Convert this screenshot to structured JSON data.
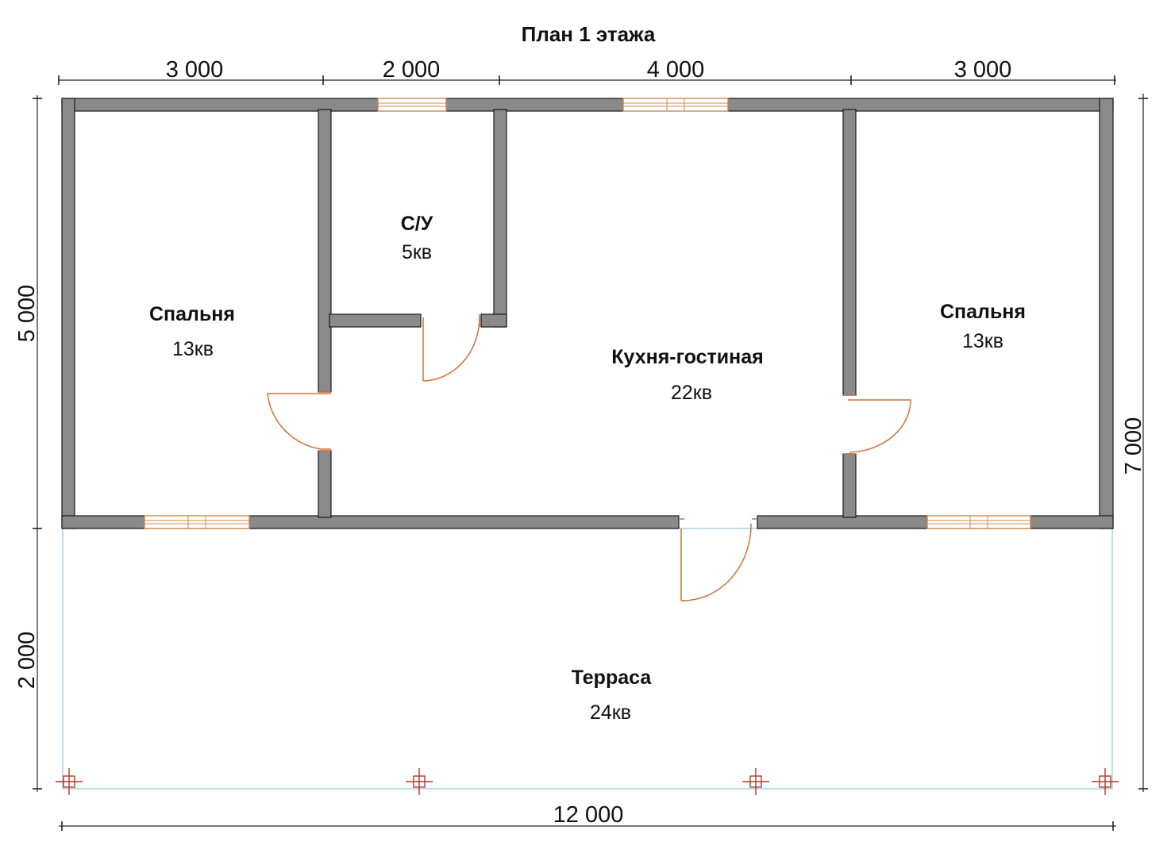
{
  "title": "План 1 этажа",
  "dimensions": {
    "top": [
      "3 000",
      "2 000",
      "4 000",
      "3 000"
    ],
    "left_upper": "5 000",
    "left_lower": "2 000",
    "right": "7 000",
    "bottom": "12 000"
  },
  "rooms": {
    "bedroom_left": {
      "name": "Спальня",
      "area": "13кв"
    },
    "bathroom": {
      "name": "С/У",
      "area": "5кв"
    },
    "kitchen_living": {
      "name": "Кухня-гостиная",
      "area": "22кв"
    },
    "bedroom_right": {
      "name": "Спальня",
      "area": "13кв"
    },
    "terrace": {
      "name": "Терраса",
      "area": "24кв"
    }
  },
  "colors": {
    "wall": "#8a8a8a",
    "door": "#d0703a",
    "window": "#d08a4a",
    "terrace_outline": "#9fc8d8",
    "column": "#b03a2a"
  }
}
